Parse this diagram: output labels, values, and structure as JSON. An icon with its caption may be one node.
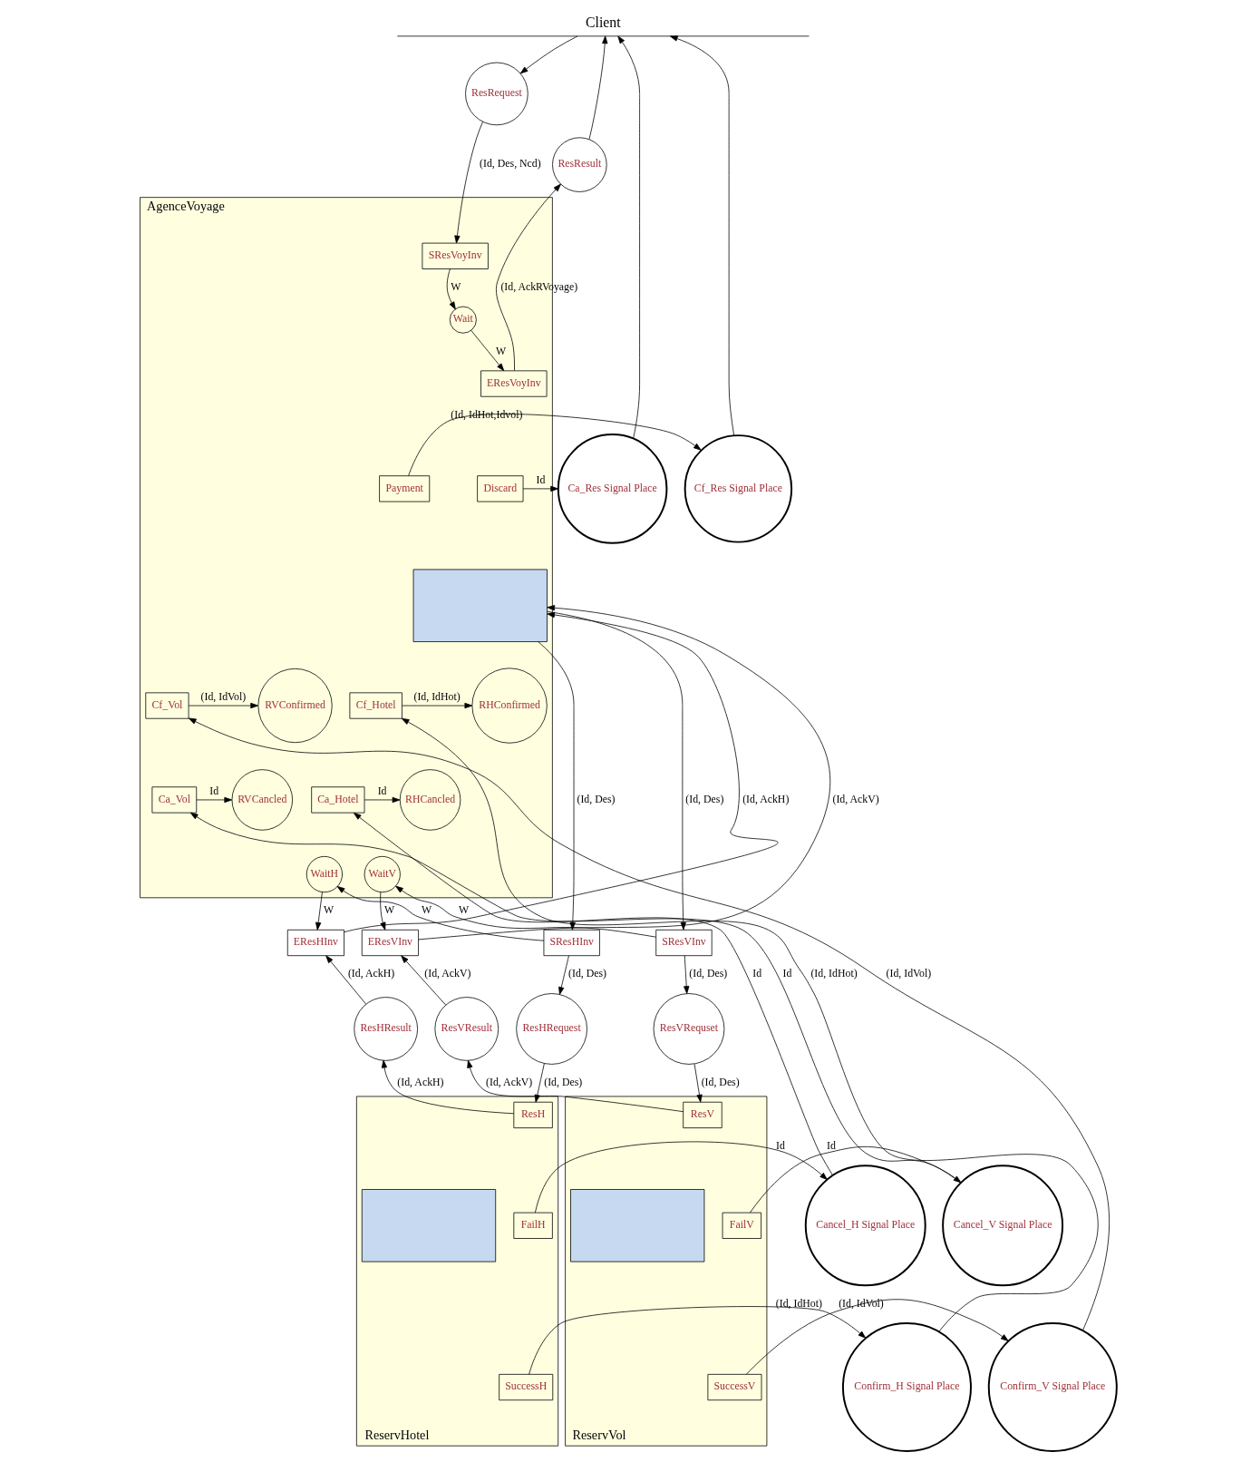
{
  "diagram": {
    "nodes": [
      {
        "text": [
          "Client"
        ]
      },
      {
        "text": [
          "AgenceVoyage"
        ]
      },
      {
        "text": [
          "ResRequest"
        ]
      },
      {
        "text": [
          "ResResult"
        ]
      },
      {
        "text": [
          "SResVoyInv"
        ],
        "in": 1
      },
      {
        "text": [
          "Wait"
        ],
        "in": 1
      },
      {
        "text": [
          "EResVoyInv"
        ],
        "in": 1
      },
      {
        "text": [],
        "shape": "box",
        "in": 1
      },
      {
        "text": [
          "Discard"
        ],
        "in": 1
      },
      {
        "text": [
          "Ca_Res Signal Place"
        ]
      },
      {
        "text": [
          "Payment"
        ],
        "in": 1
      },
      {
        "text": [
          "Cf_Res Signal Place"
        ]
      },
      {
        "text": [
          "Cf_Hotel"
        ],
        "in": 1
      },
      {
        "text": [
          "RHConfirmed"
        ],
        "in": 1
      },
      {
        "text": [
          "Ca_Hotel"
        ],
        "in": 1
      },
      {
        "text": [
          "RHCancled"
        ],
        "in": 1
      },
      {
        "text": [
          "RVConfirmed"
        ],
        "in": 1
      },
      {
        "text": [
          "Cf_Vol"
        ],
        "in": 1
      },
      {
        "text": [
          "RVCancled"
        ],
        "in": 1
      },
      {
        "text": [
          "Ca_Vol"
        ],
        "in": 1
      },
      {
        "text": [
          "WaitH"
        ],
        "in": 1
      },
      {
        "text": [
          "EResHInv"
        ]
      },
      {
        "text": [
          "SResHInv"
        ]
      },
      {
        "text": [
          "SResVInv"
        ]
      },
      {
        "text": [
          "WaitV"
        ],
        "in": 1
      },
      {
        "text": [
          "EResVInv"
        ]
      },
      {
        "text": [
          "ResHResult"
        ]
      },
      {
        "text": [
          "ResHRequest"
        ]
      },
      {
        "text": [
          "ResVRequset"
        ]
      },
      {
        "text": [
          "ResVResult"
        ]
      },
      {
        "text": [
          "ReservHotel"
        ]
      },
      {
        "text": [
          "ResH"
        ],
        "in": 30
      },
      {
        "text": [],
        "shape": "box",
        "in": 30
      },
      {
        "text": [
          "FailH"
        ],
        "in": 30
      },
      {
        "text": [
          "SuccessH"
        ],
        "in": 30
      },
      {
        "text": [
          "Cancel_H Signal Place"
        ]
      },
      {
        "text": [
          "Confirm_H Signal Place"
        ]
      },
      {
        "text": [
          "ReservVol"
        ]
      },
      {
        "text": [
          "ResV"
        ],
        "in": 37
      },
      {
        "text": [],
        "shape": "box",
        "in": 37
      },
      {
        "text": [
          "FailV"
        ],
        "in": 37
      },
      {
        "text": [
          "SuccessV"
        ],
        "in": 37
      },
      {
        "text": [
          "Cancel_V Signal Place"
        ]
      },
      {
        "text": [
          "Confirm_V Signal Place"
        ]
      }
    ],
    "edges": [
      {
        "from": 0,
        "to": 2,
        "arrow": "to"
      },
      {
        "from": 2,
        "to": 4,
        "arrow": "to",
        "label": "(Id, Des, Ncd)"
      },
      {
        "from": 4,
        "to": 5,
        "arrow": "to",
        "label": "W"
      },
      {
        "from": 5,
        "to": 6,
        "arrow": "to",
        "label": "W"
      },
      {
        "from": 6,
        "to": 3,
        "arrow": "to",
        "label": "(Id, AckRVoyage)"
      },
      {
        "from": 3,
        "to": 0,
        "arrow": "to"
      },
      {
        "from": 8,
        "to": 9,
        "arrow": "to",
        "label": "Id"
      },
      {
        "from": 9,
        "to": 0,
        "arrow": "to"
      },
      {
        "from": 10,
        "to": 11,
        "arrow": "to",
        "label": "(Id, IdHot,Idvol)"
      },
      {
        "from": 11,
        "to": 0,
        "arrow": "to"
      },
      {
        "from": 12,
        "to": 13,
        "arrow": "to",
        "label": "(Id, IdHot)"
      },
      {
        "from": 14,
        "to": 15,
        "arrow": "to",
        "label": "Id"
      },
      {
        "from": 17,
        "to": 16,
        "arrow": "to",
        "label": "(Id, IdVol)"
      },
      {
        "from": 19,
        "to": 18,
        "arrow": "to",
        "label": "Id"
      },
      {
        "from": 21,
        "to": 7,
        "arrow": "to",
        "label": "(Id, AckH)"
      },
      {
        "from": 20,
        "to": 21,
        "arrow": "to",
        "label": "W"
      },
      {
        "from": 22,
        "to": 20,
        "arrow": "to",
        "label": "W"
      },
      {
        "from": 7,
        "to": 22,
        "arrow": "to",
        "label": "(Id, Des)"
      },
      {
        "from": 7,
        "to": 23,
        "arrow": "to",
        "label": "(Id, Des)"
      },
      {
        "from": 23,
        "to": 24,
        "arrow": "to",
        "label": "W"
      },
      {
        "from": 24,
        "to": 25,
        "arrow": "to",
        "label": "W"
      },
      {
        "from": 25,
        "to": 7,
        "arrow": "to",
        "label": "(Id, AckV)"
      },
      {
        "from": 26,
        "to": 21,
        "arrow": "to",
        "label": "(Id, AckH)"
      },
      {
        "from": 22,
        "to": 27,
        "arrow": "to",
        "label": "(Id, Des)"
      },
      {
        "from": 23,
        "to": 28,
        "arrow": "to",
        "label": "(Id, Des)"
      },
      {
        "from": 29,
        "to": 25,
        "arrow": "to",
        "label": "(Id, AckV)"
      },
      {
        "from": 31,
        "to": 26,
        "arrow": "to",
        "label": "(Id, AckH)"
      },
      {
        "from": 27,
        "to": 31,
        "arrow": "to",
        "label": "(Id, Des)"
      },
      {
        "from": 33,
        "to": 35,
        "arrow": "to",
        "label": "Id"
      },
      {
        "from": 35,
        "to": 14,
        "arrow": "to",
        "label": "Id"
      },
      {
        "from": 34,
        "to": 36,
        "arrow": "to",
        "label": "(Id, IdHot)"
      },
      {
        "from": 36,
        "to": 12,
        "arrow": "to",
        "label": "(Id, IdHot)"
      },
      {
        "from": 28,
        "to": 38,
        "arrow": "to",
        "label": "(Id, Des)"
      },
      {
        "from": 38,
        "to": 29,
        "arrow": "to",
        "label": "(Id, AckV)"
      },
      {
        "from": 40,
        "to": 42,
        "arrow": "to",
        "label": "Id"
      },
      {
        "from": 42,
        "to": 19,
        "arrow": "to",
        "label": "Id"
      },
      {
        "from": 41,
        "to": 43,
        "arrow": "to",
        "label": "(Id, IdVol)"
      },
      {
        "from": 43,
        "to": 17,
        "arrow": "to",
        "label": "(Id, IdVol)"
      }
    ]
  }
}
